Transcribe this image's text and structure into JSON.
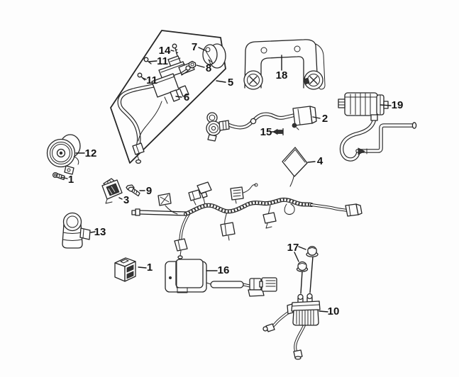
{
  "diagram": {
    "background_color": "#fdfdfd",
    "ink_color": "#262626",
    "callouts": [
      {
        "label": "14"
      },
      {
        "label": "11"
      },
      {
        "label": "7"
      },
      {
        "label": "8"
      },
      {
        "label": "5"
      },
      {
        "label": "6"
      },
      {
        "label": "11"
      },
      {
        "label": "12"
      },
      {
        "label": "1"
      },
      {
        "label": "18"
      },
      {
        "label": "19"
      },
      {
        "label": "2"
      },
      {
        "label": "15"
      },
      {
        "label": "4"
      },
      {
        "label": "9"
      },
      {
        "label": "3"
      },
      {
        "label": "13"
      },
      {
        "label": "1"
      },
      {
        "label": "16"
      },
      {
        "label": "17"
      },
      {
        "label": "10"
      }
    ]
  }
}
